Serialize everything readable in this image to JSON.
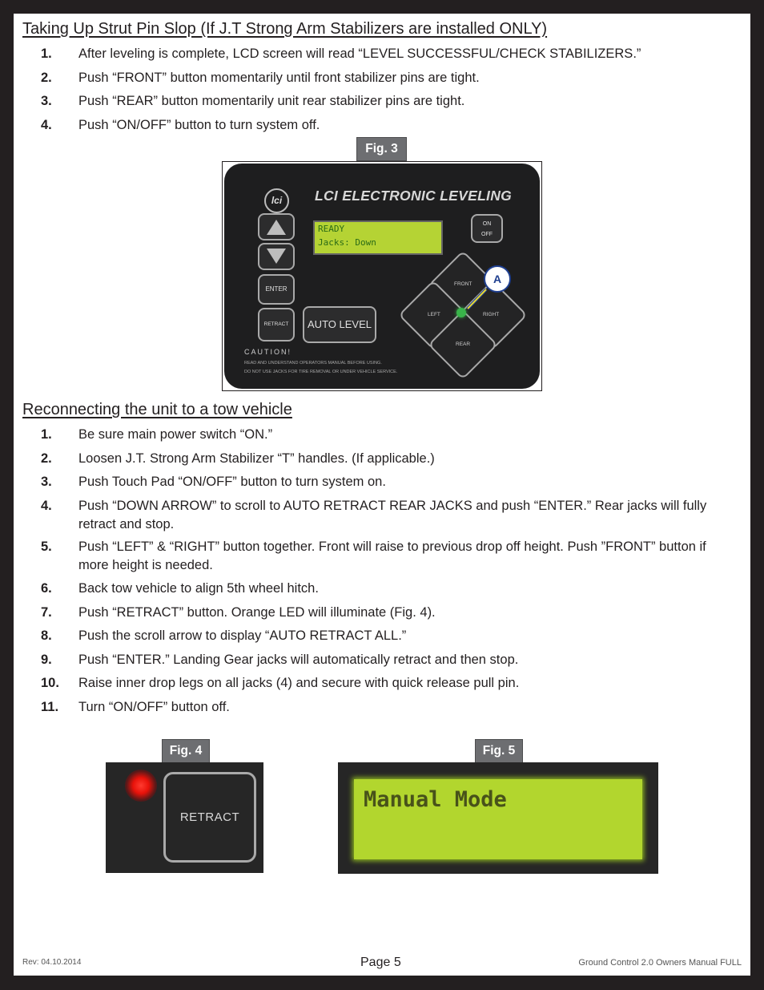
{
  "section1": {
    "heading": "Taking Up Strut Pin Slop (If J.T Strong Arm Stabilizers are installed ONLY)",
    "steps": [
      {
        "num": "1.",
        "text": "After leveling is complete, LCD screen will read “LEVEL SUCCESSFUL/CHECK STABILIZERS.”"
      },
      {
        "num": "2.",
        "text": "Push “FRONT” button momentarily until front stabilizer pins are tight."
      },
      {
        "num": "3.",
        "text": "Push “REAR” button momentarily unit rear stabilizer pins are tight."
      },
      {
        "num": "4.",
        "text": "Push “ON/OFF” button to turn system off."
      }
    ]
  },
  "fig3": {
    "label": "Fig. 3",
    "logo": "lci",
    "panel_title": "LCI ELECTRONIC LEVELING",
    "lcd_line1": "READY",
    "lcd_line2": "Jacks: Down",
    "on_label": "ON",
    "off_label": "OFF",
    "enter_label": "ENTER",
    "retract_label": "RETRACT",
    "auto_level_label": "AUTO LEVEL",
    "front_label": "FRONT",
    "left_label": "LEFT",
    "right_label": "RIGHT",
    "rear_label": "REAR",
    "caution_title": "CAUTION!",
    "caution_line1": "READ AND UNDERSTAND OPERATORS MANUAL BEFORE USING.",
    "caution_line2": "DO NOT USE JACKS FOR TIRE REMOVAL OR UNDER VEHICLE SERVICE.",
    "callout": "A",
    "led_color": "#39b54a",
    "lcd_color": "#b5d334"
  },
  "section2": {
    "heading": "Reconnecting the unit to a tow vehicle",
    "steps": [
      {
        "num": "1.",
        "text": "Be sure main power switch “ON.”"
      },
      {
        "num": "2.",
        "text": "Loosen J.T. Strong Arm Stabilizer “T” handles. (If applicable.)"
      },
      {
        "num": "3.",
        "text": "Push Touch Pad “ON/OFF” button to turn system on."
      },
      {
        "num": "4.",
        "text": "Push “DOWN ARROW” to scroll to AUTO RETRACT REAR JACKS and push “ENTER.” Rear jacks will fully retract and stop."
      },
      {
        "num": "5.",
        "text": "Push “LEFT” & “RIGHT” button together.  Front will raise to previous drop off height. Push ”FRONT” button if more height is needed."
      },
      {
        "num": "6.",
        "text": "Back tow vehicle to align 5th wheel hitch."
      },
      {
        "num": "7.",
        "text": "Push “RETRACT” button.  Orange LED will illuminate (Fig. 4)."
      },
      {
        "num": "8.",
        "text": "Push the scroll arrow to display “AUTO RETRACT ALL.”"
      },
      {
        "num": "9.",
        "text": "Push “ENTER.”  Landing Gear jacks will automatically retract and then stop."
      },
      {
        "num": "10.",
        "text": "Raise inner drop legs on all jacks (4) and secure with quick release pull pin."
      },
      {
        "num": "11.",
        "text": "Turn “ON/OFF” button off."
      }
    ]
  },
  "fig4": {
    "label": "Fig. 4",
    "button_label": "RETRACT",
    "led_color": "#e8120a"
  },
  "fig5": {
    "label": "Fig. 5",
    "lcd_text": "Manual  Mode",
    "lcd_color": "#b2d62e"
  },
  "footer": {
    "rev": "Rev: 04.10.2014",
    "page": "Page 5",
    "doc_title": "Ground Control 2.0 Owners Manual FULL"
  }
}
